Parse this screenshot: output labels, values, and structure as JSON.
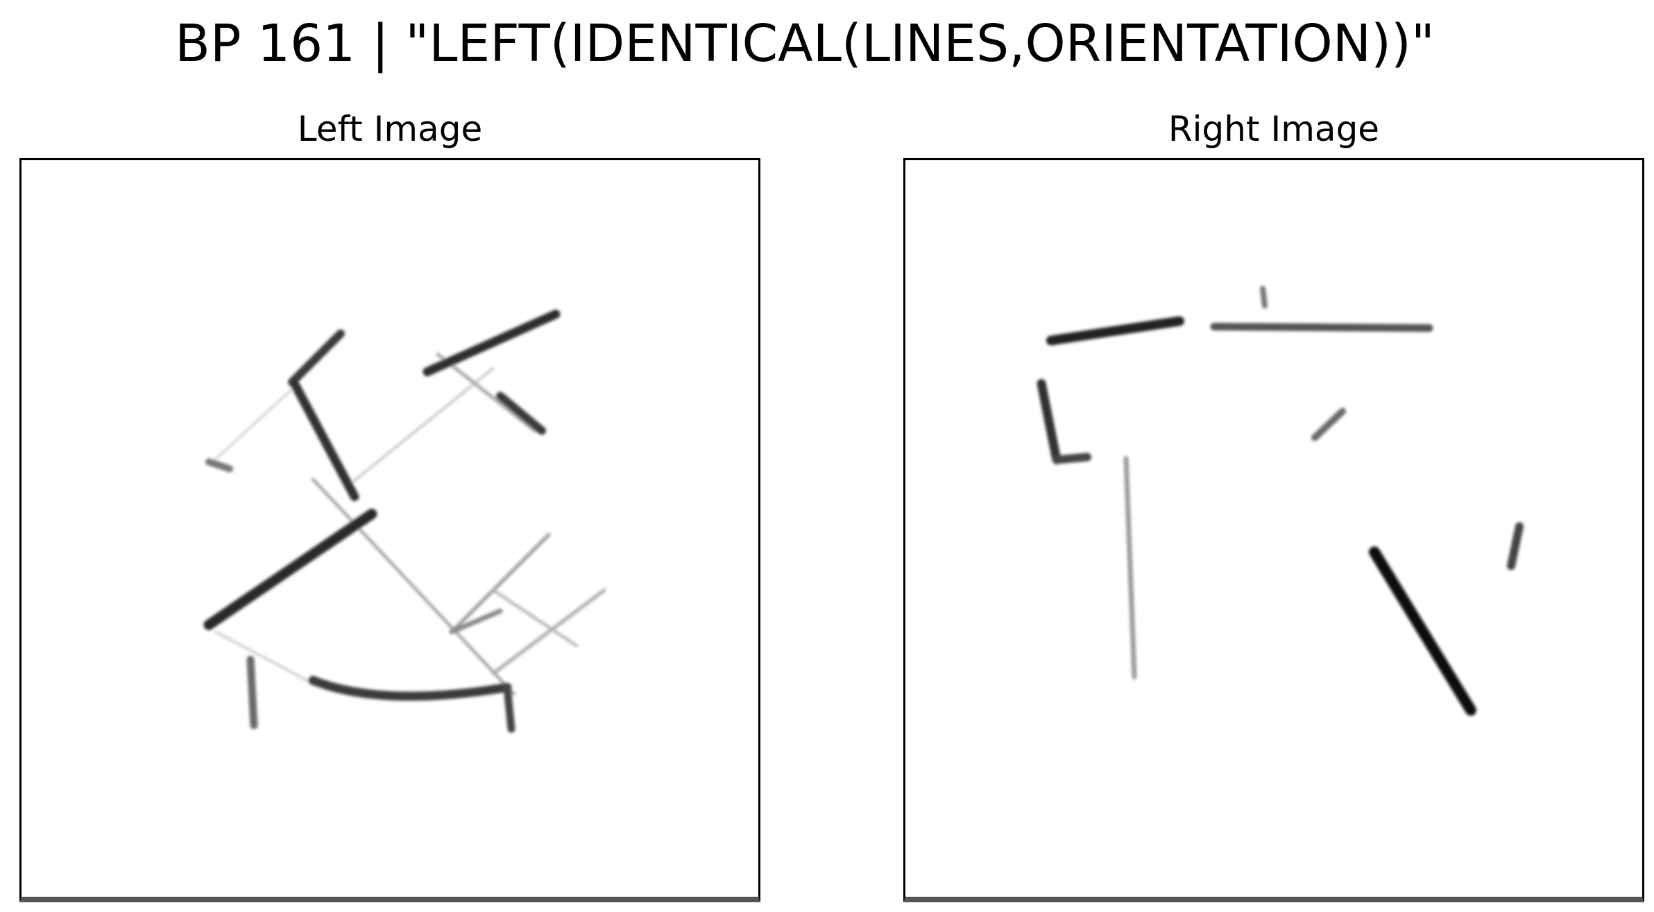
{
  "figure": {
    "title": "BP 161 | \"LEFT(IDENTICAL(LINES,ORIENTATION))\""
  },
  "panels": [
    {
      "title": "Left Image"
    },
    {
      "title": "Right Image"
    }
  ]
}
